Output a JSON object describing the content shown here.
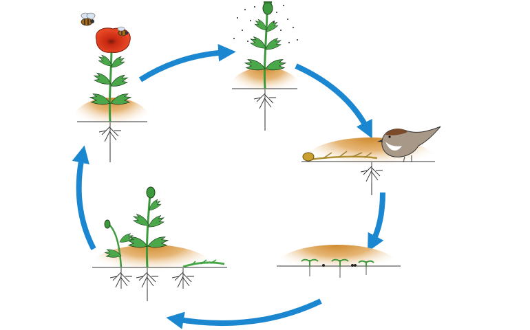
{
  "diagram": {
    "kind": "life-cycle",
    "stages": [
      {
        "id": "flowering",
        "icon": "poppy-flower-with-bees-icon"
      },
      {
        "id": "seed-capsule",
        "icon": "poppy-seed-capsule-icon"
      },
      {
        "id": "seed-dispersal",
        "icon": "bird-and-fallen-stem-icon"
      },
      {
        "id": "germination",
        "icon": "seedlings-icon"
      },
      {
        "id": "growth",
        "icon": "young-poppy-plants-icon"
      }
    ],
    "colors": {
      "arrow": "#1a87d0",
      "stem": "#3c9a3c",
      "leaf": "#4aa84a",
      "outline": "#1f3f1f",
      "soil_top": "#d08a2c",
      "petal": "#e8401e",
      "bird_body": "#a89888"
    }
  }
}
